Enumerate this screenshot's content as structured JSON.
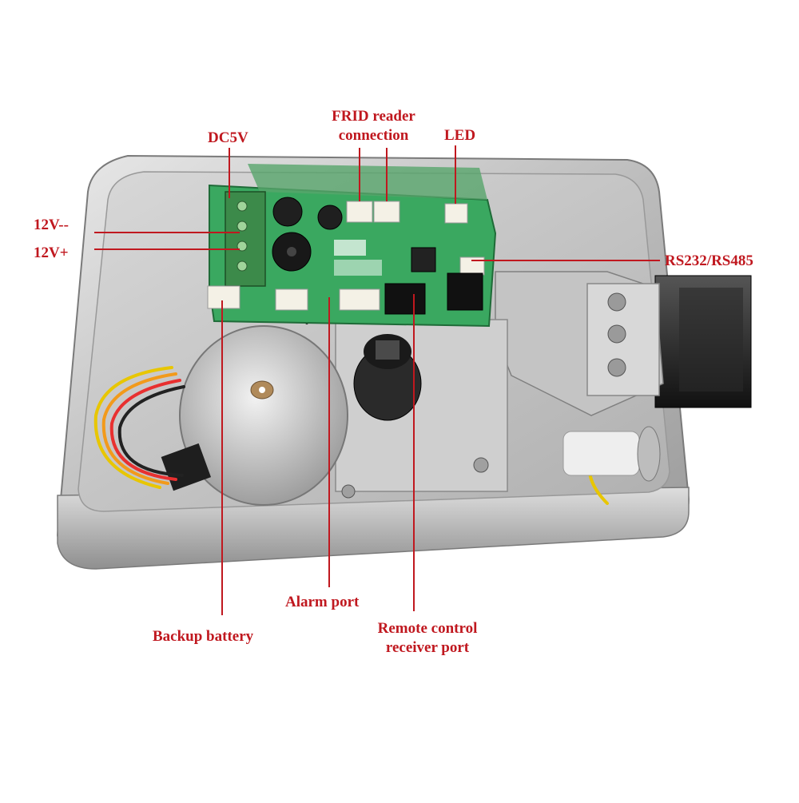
{
  "labels": {
    "dc5v": "DC5V",
    "frid_line1": "FRID reader",
    "frid_line2": "connection",
    "led": "LED",
    "v12_minus": "12V--",
    "v12_plus": "12V+",
    "rs": "RS232/RS485",
    "alarm": "Alarm port",
    "backup": "Backup battery",
    "remote_line1": "Remote control",
    "remote_line2": "receiver port"
  },
  "colors": {
    "label": "#c0181f",
    "pcb": "#3aa860",
    "steel": "#c9c9c9",
    "terminal": "#3c8a4a"
  }
}
